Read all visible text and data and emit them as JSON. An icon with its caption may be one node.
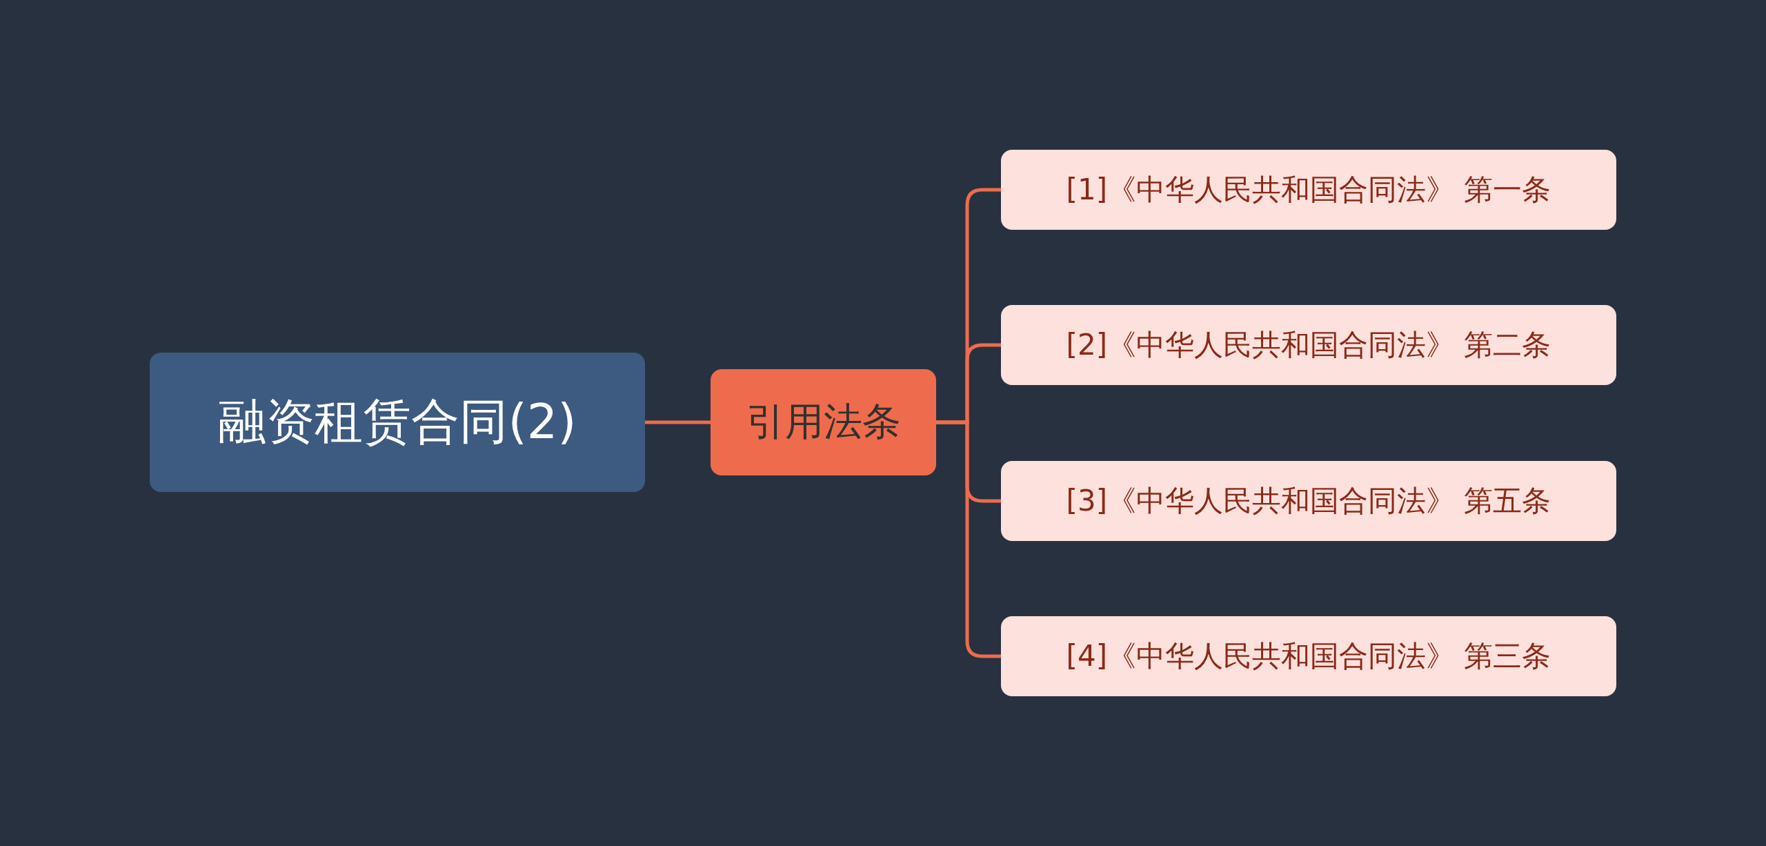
{
  "diagram": {
    "nodes": [
      {
        "text": [
          "融资租赁合同(2)"
        ]
      },
      {
        "text": [
          "引用法条"
        ]
      },
      {
        "text": [
          "[1]《中华人民共和国合同法》 第一条"
        ]
      },
      {
        "text": [
          "[2]《中华人民共和国合同法》 第二条"
        ]
      },
      {
        "text": [
          "[3]《中华人民共和国合同法》 第五条"
        ]
      },
      {
        "text": [
          "[4]《中华人民共和国合同法》 第三条"
        ]
      }
    ],
    "edges": [
      {
        "from": 0,
        "to": 1,
        "arrow": "none"
      },
      {
        "from": 1,
        "to": 2,
        "arrow": "none"
      },
      {
        "from": 1,
        "to": 3,
        "arrow": "none"
      },
      {
        "from": 1,
        "to": 4,
        "arrow": "none"
      },
      {
        "from": 1,
        "to": 5,
        "arrow": "none"
      }
    ]
  }
}
